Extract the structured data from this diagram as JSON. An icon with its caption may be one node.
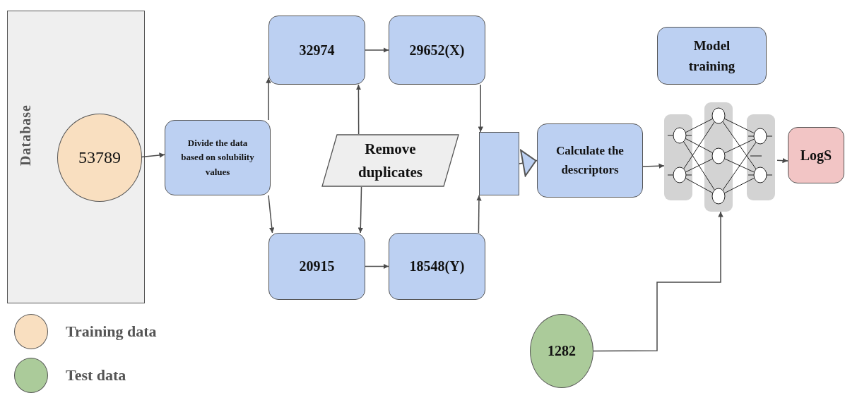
{
  "diagram": {
    "nodes": [
      {
        "text": [
          "Database"
        ]
      },
      {
        "text": [
          "53789"
        ],
        "in": 0
      },
      {
        "text": [
          "Divide the data based on solubility values"
        ]
      },
      {
        "text": [
          "32974"
        ]
      },
      {
        "text": [
          "29652(X)"
        ]
      },
      {
        "text": [
          "Remove duplicates"
        ]
      },
      {
        "text": [
          "20915"
        ]
      },
      {
        "text": [
          "18548(Y)"
        ]
      },
      {
        "text": [],
        "shape": "box"
      },
      {
        "text": [
          "Calculate the descriptors"
        ]
      },
      {
        "text": [
          "Model training"
        ]
      },
      {
        "text": [],
        "shape": "picture"
      },
      {
        "text": [
          "LogS"
        ]
      },
      {
        "text": [
          "1282"
        ]
      }
    ],
    "edges": [
      {
        "from": 1,
        "to": 2,
        "arrow": "to"
      },
      {
        "from": 2,
        "to": 3,
        "arrow": "to"
      },
      {
        "from": 2,
        "to": 6,
        "arrow": "to"
      },
      {
        "from": 3,
        "to": 4,
        "arrow": "to"
      },
      {
        "from": 5,
        "to": 3,
        "arrow": "to"
      },
      {
        "from": 5,
        "to": 6,
        "arrow": "to"
      },
      {
        "from": 6,
        "to": 7,
        "arrow": "to"
      },
      {
        "from": 4,
        "to": 8,
        "arrow": "to"
      },
      {
        "from": 7,
        "to": 8,
        "arrow": "to"
      },
      {
        "from": 8,
        "to": 9,
        "arrow": "to"
      },
      {
        "from": 9,
        "to": 11,
        "arrow": "to"
      },
      {
        "from": 11,
        "to": 12,
        "arrow": "to"
      },
      {
        "from": 13,
        "to": 11,
        "arrow": "to"
      }
    ],
    "legend": [
      {
        "text": "Training data",
        "color": "#f9dfc0"
      },
      {
        "text": "Test data",
        "color": "#abcb9a"
      }
    ]
  }
}
